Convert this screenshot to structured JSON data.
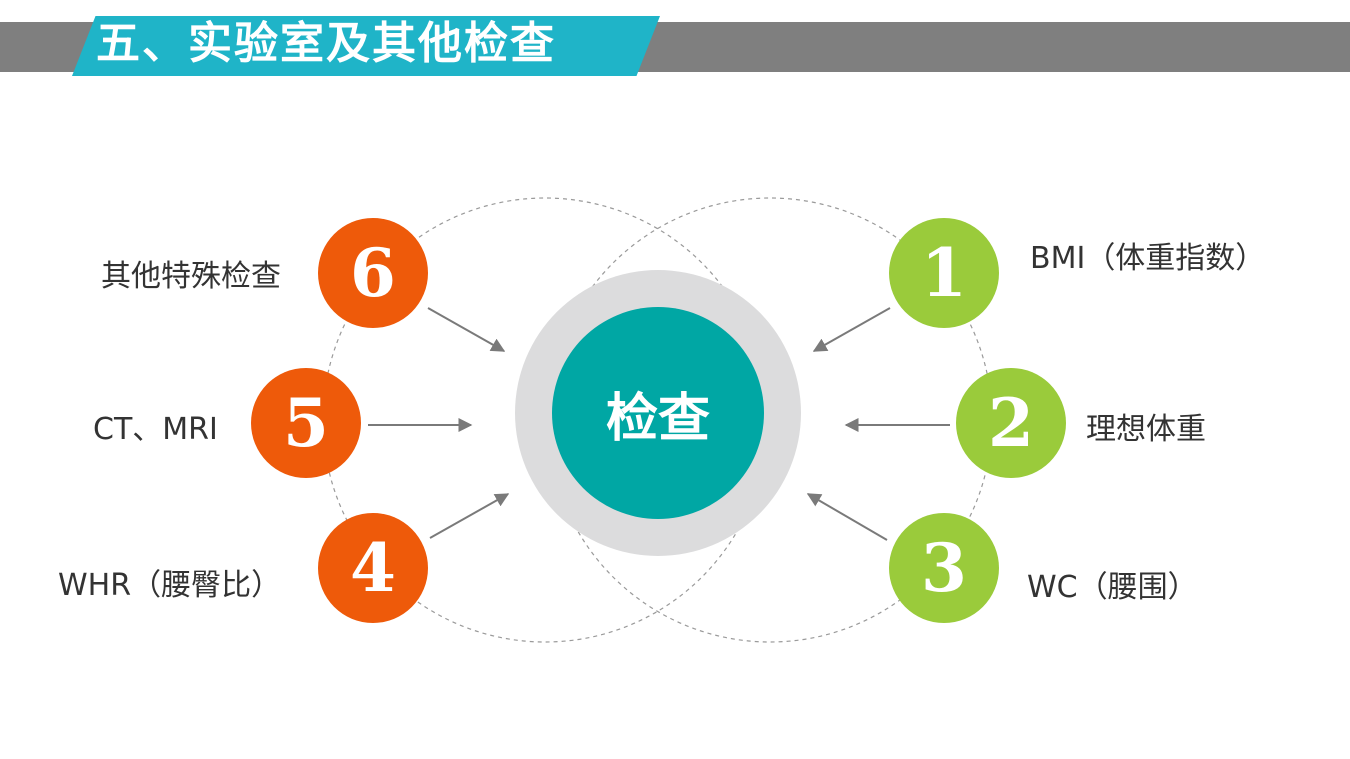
{
  "title": "五、实验室及其他检查",
  "center": {
    "label": "检查"
  },
  "items": [
    {
      "number": "1",
      "label": "BMI（体重指数）"
    },
    {
      "number": "2",
      "label": "理想体重"
    },
    {
      "number": "3",
      "label": "WC（腰围）"
    },
    {
      "number": "4",
      "label": "WHR（腰臀比）"
    },
    {
      "number": "5",
      "label": "CT、MRI"
    },
    {
      "number": "6",
      "label": "其他特殊检查"
    }
  ],
  "colors": {
    "title_tab": "#1fb4c8",
    "title_bar": "#7f7f7f",
    "center_circle": "#00a7a4",
    "center_ring": "#dcdcdd",
    "green": "#9acb3b",
    "orange": "#ee5a0a",
    "arrow": "#7a7a7a"
  }
}
